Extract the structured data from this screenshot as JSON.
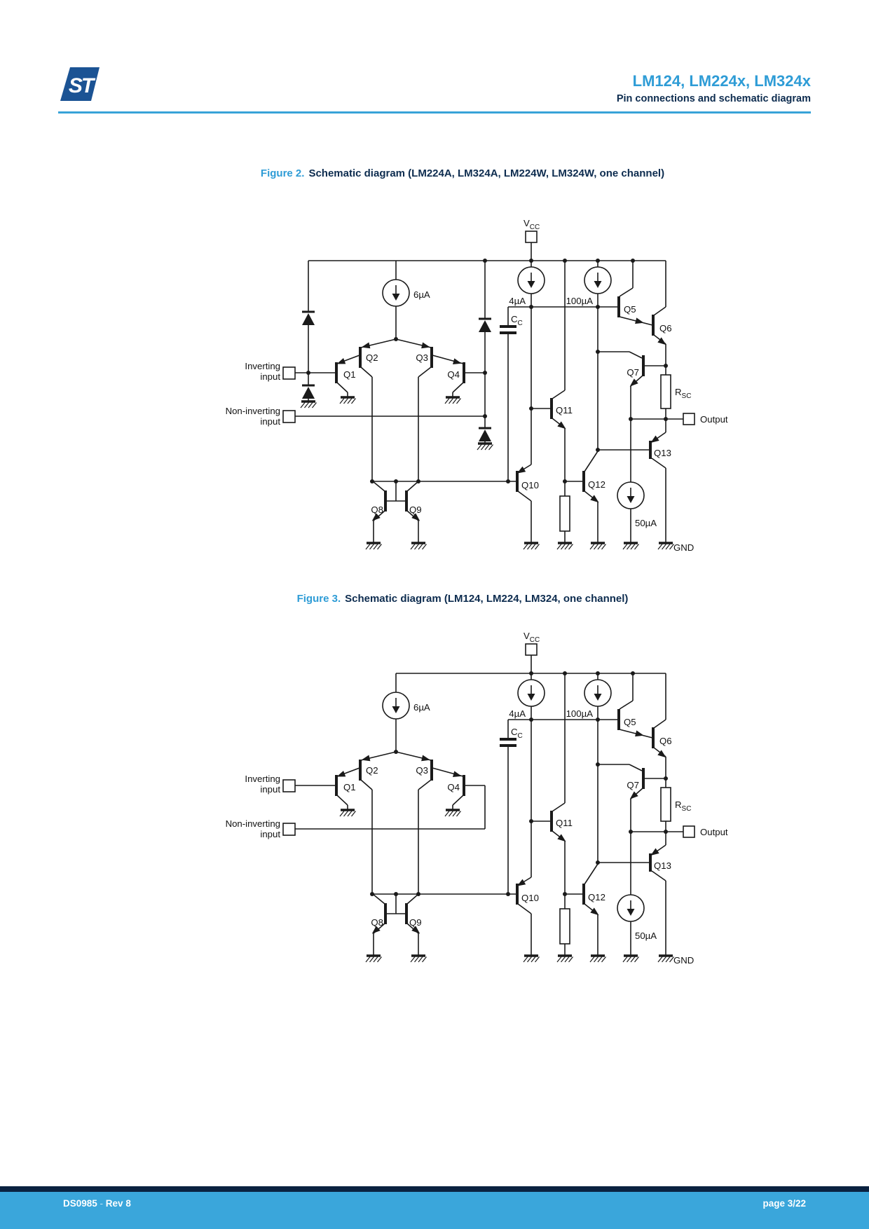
{
  "page": {
    "header": {
      "logo_text": "ST",
      "title": "LM124, LM224x, LM324x",
      "subtitle": "Pin connections and schematic diagram"
    },
    "footer": {
      "doc": "DS0985",
      "sep": " - ",
      "rev": "Rev 8",
      "page": "page 3/22"
    }
  },
  "figures": [
    {
      "id": "figure-2",
      "prefix": "Figure 2.",
      "title": "Schematic diagram (LM224A, LM324A, LM224W, LM324W, one channel)",
      "protection_diodes": true
    },
    {
      "id": "figure-3",
      "prefix": "Figure 3.",
      "title": "Schematic diagram (LM124, LM224, LM324, one channel)",
      "protection_diodes": false
    }
  ],
  "schematic": {
    "terminals": {
      "vcc": "V",
      "vcc_sub": "CC",
      "gnd": "GND",
      "output": "Output",
      "inverting_1": "Inverting",
      "inverting_2": "input",
      "non_inverting_1": "Non-inverting",
      "non_inverting_2": "input"
    },
    "transistors": [
      "Q1",
      "Q2",
      "Q3",
      "Q4",
      "Q5",
      "Q6",
      "Q7",
      "Q8",
      "Q9",
      "Q10",
      "Q11",
      "Q12",
      "Q13"
    ],
    "current_sources": {
      "i6": "6µA",
      "i4": "4µA",
      "i100": "100µA",
      "i50": "50µA"
    },
    "capacitor": {
      "name": "C",
      "sub": "C"
    },
    "resistor": {
      "name": "R",
      "sub": "SC"
    }
  },
  "colors": {
    "accent_blue": "#2E9CD6",
    "navy_text": "#0D2C4F",
    "rule_blue": "#38A3D8",
    "footer_bar": "#3AA6DB",
    "footer_stripe": "#0A2240",
    "logo_navy": "#1B5394",
    "ink": "#1A1A1A"
  }
}
